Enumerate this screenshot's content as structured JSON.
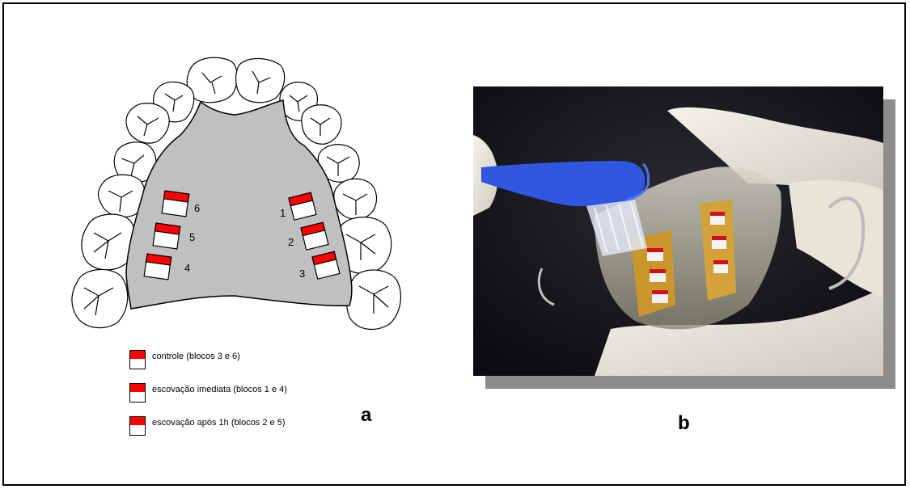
{
  "colors": {
    "palate": "#c0c0c0",
    "block_top": "#ff0000",
    "outline": "#000000"
  },
  "blocks": [
    {
      "label": "1"
    },
    {
      "label": "2"
    },
    {
      "label": "3"
    },
    {
      "label": "4"
    },
    {
      "label": "5"
    },
    {
      "label": "6"
    }
  ],
  "legend": [
    {
      "text": "controle (blocos 3 e 6)"
    },
    {
      "text": "escovação imediata (blocos 1 e 4)"
    },
    {
      "text": "escovação após 1h (blocos 2 e 5)"
    }
  ],
  "panel_labels": {
    "a": "a",
    "b": "b"
  }
}
